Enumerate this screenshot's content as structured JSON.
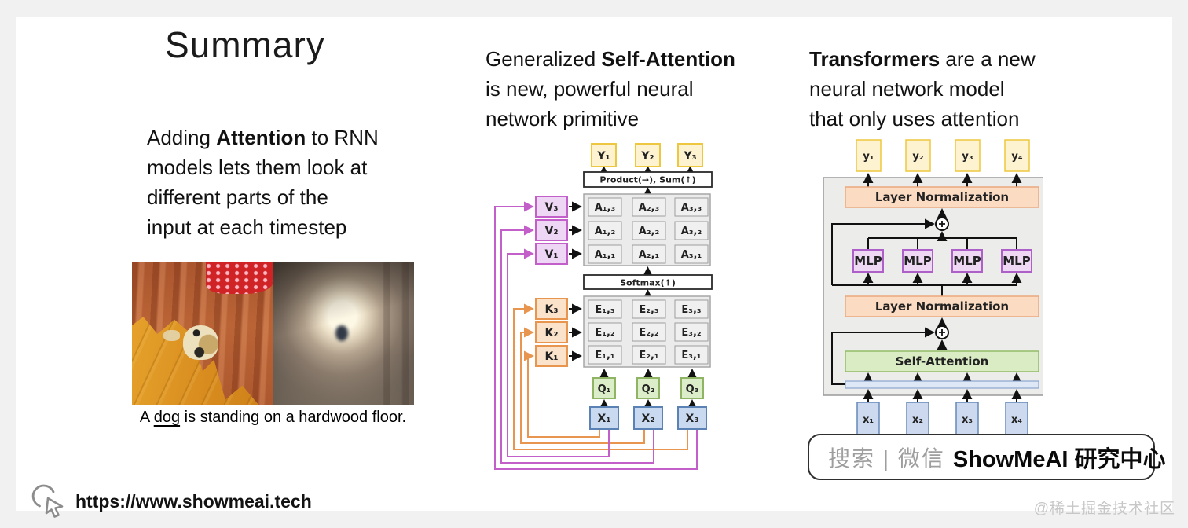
{
  "slide": {
    "title": "Summary",
    "left": {
      "paragraph": [
        {
          "text": "Adding "
        },
        {
          "text": "Attention",
          "bold": true
        },
        {
          "text": " to RNN\nmodels lets them look at\ndifferent parts of the\ninput at each timestep"
        }
      ],
      "caption": [
        {
          "text": "A "
        },
        {
          "text": "dog",
          "underline": true
        },
        {
          "text": " is standing on a hardwood floor."
        }
      ]
    },
    "middle": {
      "heading": [
        {
          "text": "Generalized "
        },
        {
          "text": "Self-Attention",
          "bold": true
        },
        {
          "text": "\nis new, powerful neural\nnetwork primitive"
        }
      ],
      "diagram": {
        "outputs": [
          "Y₁",
          "Y₂",
          "Y₃"
        ],
        "product": "Product(→),  Sum(↑)",
        "softmax": "Softmax(↑)",
        "a_rows": [
          [
            "A₁,₃",
            "A₂,₃",
            "A₃,₃"
          ],
          [
            "A₁,₂",
            "A₂,₂",
            "A₃,₂"
          ],
          [
            "A₁,₁",
            "A₂,₁",
            "A₃,₁"
          ]
        ],
        "e_rows": [
          [
            "E₁,₃",
            "E₂,₃",
            "E₃,₃"
          ],
          [
            "E₁,₂",
            "E₂,₂",
            "E₃,₂"
          ],
          [
            "E₁,₁",
            "E₂,₁",
            "E₃,₁"
          ]
        ],
        "values": [
          "V₃",
          "V₂",
          "V₁"
        ],
        "keys": [
          "K₃",
          "K₂",
          "K₁"
        ],
        "queries": [
          "Q₁",
          "Q₂",
          "Q₃"
        ],
        "inputs": [
          "X₁",
          "X₂",
          "X₃"
        ]
      }
    },
    "right": {
      "heading": [
        {
          "text": "Transformers",
          "bold": true
        },
        {
          "text": " are a new\nneural network model\nthat only uses attention"
        }
      ],
      "diagram": {
        "outputs": [
          "y₁",
          "y₂",
          "y₃",
          "y₄"
        ],
        "layer_norm_top": "Layer Normalization",
        "layer_norm_mid": "Layer Normalization",
        "mlp": [
          "MLP",
          "MLP",
          "MLP",
          "MLP"
        ],
        "self_attention": "Self-Attention",
        "inputs": [
          "x₁",
          "x₂",
          "x₃",
          "x₄"
        ]
      }
    },
    "search": {
      "prefix": "搜索 | 微信",
      "brand": "ShowMeAI 研究中心"
    },
    "footer": {
      "url": "https://www.showmeai.tech"
    },
    "watermark": "@稀土掘金技术社区",
    "colors": {
      "output_box": "#fdf3d0",
      "output_border": "#edc73f",
      "value_box": "#eed6f5",
      "value_border": "#c35fc9",
      "key_box": "#fbe3cb",
      "key_border": "#e8954f",
      "query_box": "#dcedc9",
      "query_border": "#8fb564",
      "input_box": "#ccd9ee",
      "input_border": "#6789b9",
      "layernorm_box": "#fbdcc3",
      "layernorm_border": "#eba87c",
      "selfattention_box": "#d9ecc3",
      "selfattention_border": "#93bb66",
      "mlp_box": "#eed8f4",
      "mlp_border": "#ac60c8",
      "wire_orange": "#e8954f",
      "wire_magenta": "#c35fc9"
    }
  }
}
